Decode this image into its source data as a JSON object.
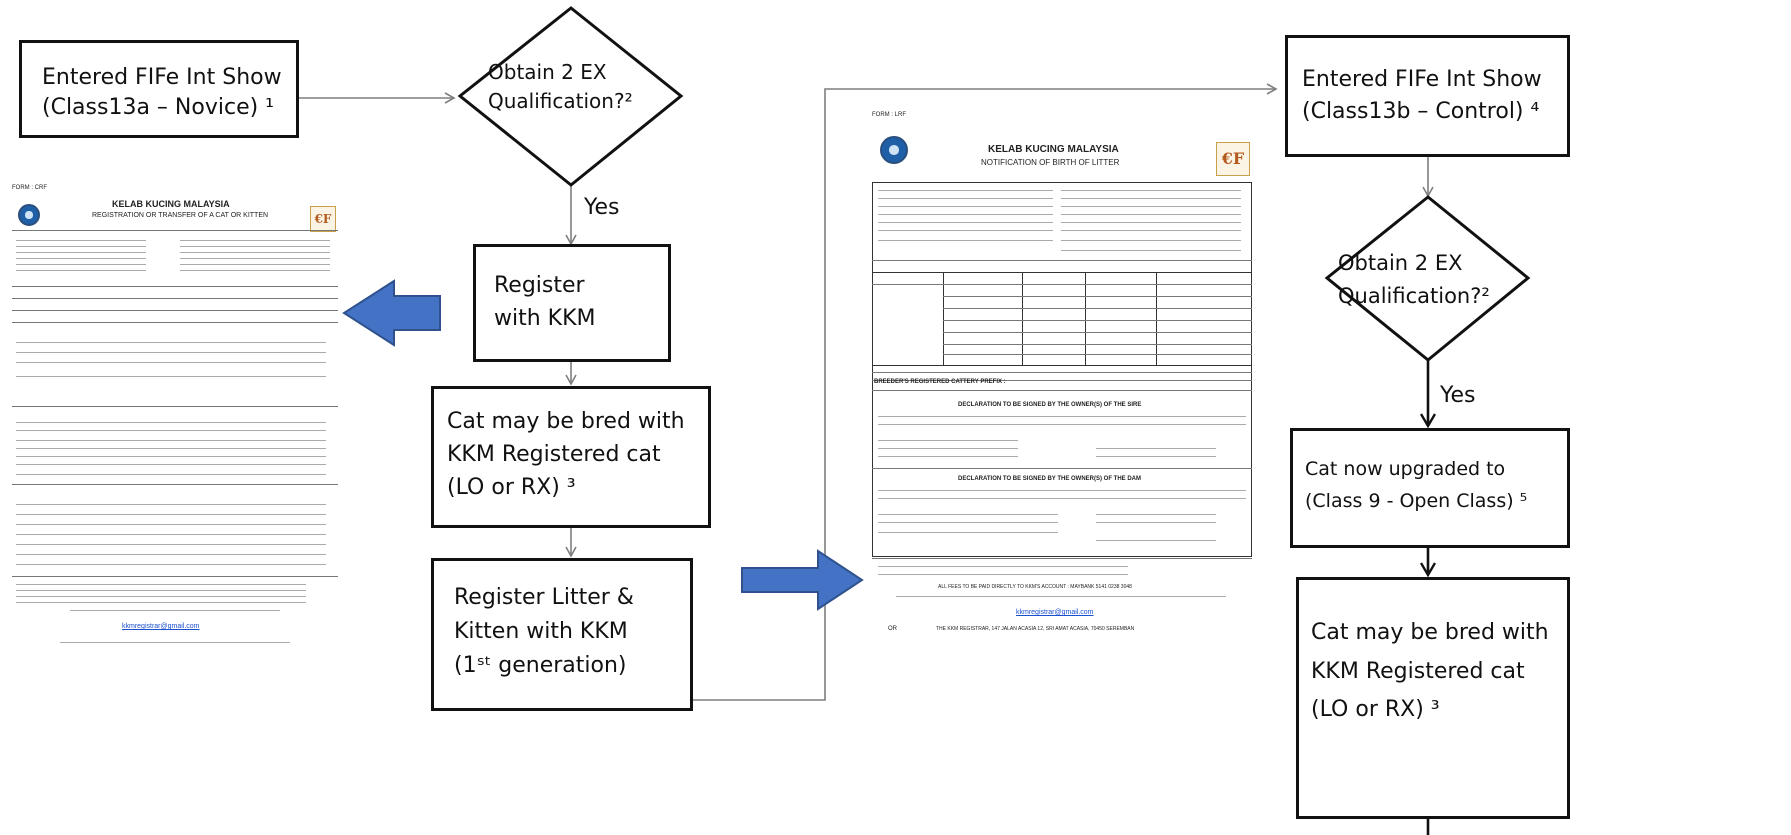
{
  "nodes": {
    "entered_novice": {
      "line1": "Entered FIFe Int Show",
      "line2": "(Class13a – Novice) ¹"
    },
    "obtain_left": {
      "line1": "Obtain 2 EX",
      "line2": "Qualification?²"
    },
    "yes_left": "Yes",
    "register_kkm": {
      "line1": "Register",
      "line2": "with KKM"
    },
    "bred_left": {
      "line1": "Cat may be bred with",
      "line2": "KKM Registered cat",
      "line3": "(LO or RX) ³"
    },
    "register_litter": {
      "line1": "Register Litter &",
      "line2": "Kitten with KKM",
      "line3": "(1ˢᵗ generation)"
    },
    "entered_control": {
      "line1": "Entered FIFe Int Show",
      "line2": "(Class13b – Control) ⁴"
    },
    "obtain_right": {
      "line1": "Obtain 2 EX",
      "line2": "Qualification?²"
    },
    "yes_right": "Yes",
    "upgraded": {
      "line1": "Cat now upgraded  to",
      "line2": "(Class 9 - Open Class) ⁵"
    },
    "bred_right": {
      "line1": "Cat may be bred with",
      "line2": "KKM Registered cat",
      "line3": "(LO or RX) ³"
    }
  },
  "form_left": {
    "form_code": "FORM : CRF",
    "club": "KELAB KUCING MALAYSIA",
    "title": "REGISTRATION OR TRANSFER OF A CAT OR KITTEN",
    "email": "kkmregistrar@gmail.com"
  },
  "form_right": {
    "form_code": "FORM : LRF",
    "club": "KELAB KUCING MALAYSIA",
    "title": "NOTIFICATION OF BIRTH OF LITTER",
    "breeder_prefix": "BREEDER'S REGISTERED CATTERY PREFIX :",
    "decl_sire": "DECLARATION TO BE SIGNED BY THE OWNER(S) OF THE SIRE",
    "decl_dam": "DECLARATION TO BE SIGNED BY THE OWNER(S) OF THE DAM",
    "fees_line": "ALL FEES TO BE PAID DIRECTLY TO KKM'S ACCOUNT : MAYBANK 5141 0238 3048",
    "email": "kkmregistrar@gmail.com",
    "address": "THE KKM REGISTRAR, 147 JALAN ACASIA 12, SRI AMAT ACASIA, 70450 SEREMBAN",
    "or": "OR"
  },
  "colors": {
    "arrow_fill": "#4472c4",
    "arrow_stroke": "#2f528f",
    "line": "#7f7f7f"
  }
}
